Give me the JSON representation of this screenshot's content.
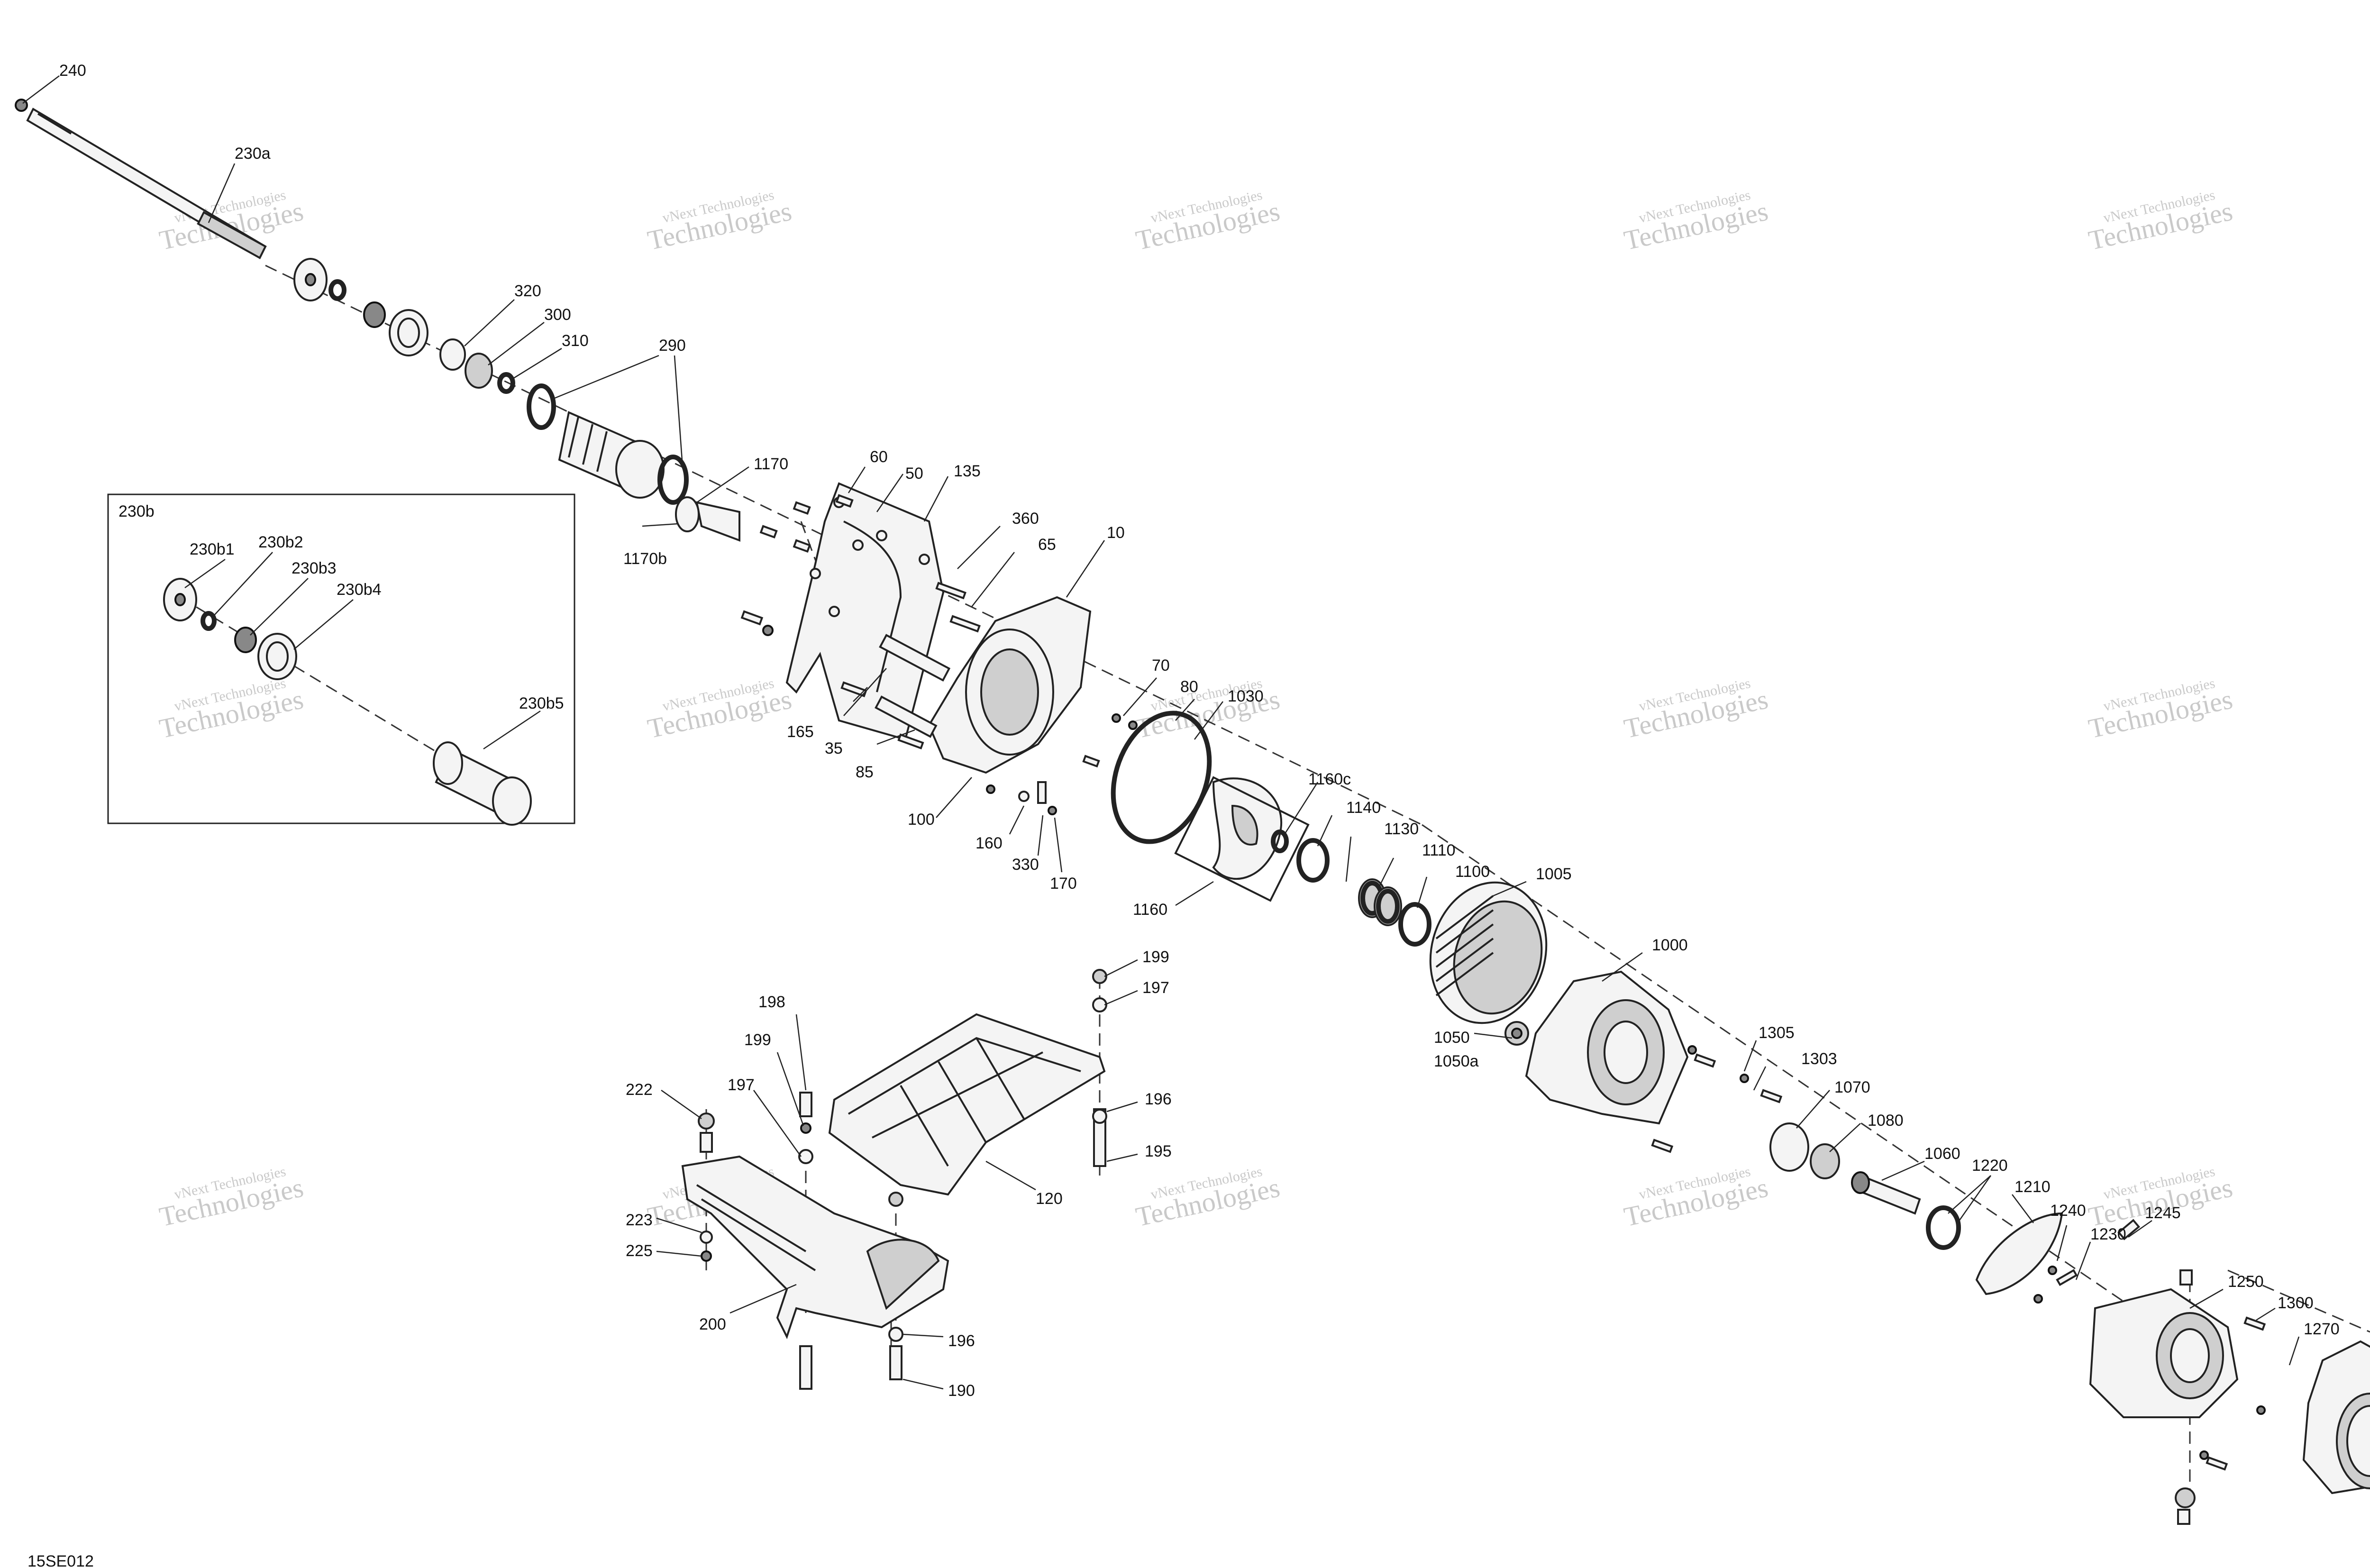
{
  "diagram": {
    "code": "15SE012",
    "watermark_line1": "vNext Technologies",
    "watermark_line2": "Technologies",
    "inset_title": "230b",
    "callouts": [
      {
        "id": "c240",
        "text": "240"
      },
      {
        "id": "c230a",
        "text": "230a"
      },
      {
        "id": "c320",
        "text": "320"
      },
      {
        "id": "c300",
        "text": "300"
      },
      {
        "id": "c310",
        "text": "310"
      },
      {
        "id": "c290",
        "text": "290"
      },
      {
        "id": "c1170",
        "text": "1170"
      },
      {
        "id": "c1170b",
        "text": "1170b"
      },
      {
        "id": "c60",
        "text": "60"
      },
      {
        "id": "c50",
        "text": "50"
      },
      {
        "id": "c135",
        "text": "135"
      },
      {
        "id": "c360",
        "text": "360"
      },
      {
        "id": "c65",
        "text": "65"
      },
      {
        "id": "c10",
        "text": "10"
      },
      {
        "id": "c70",
        "text": "70"
      },
      {
        "id": "c80",
        "text": "80"
      },
      {
        "id": "c1030",
        "text": "1030"
      },
      {
        "id": "c165",
        "text": "165"
      },
      {
        "id": "c35",
        "text": "35"
      },
      {
        "id": "c85",
        "text": "85"
      },
      {
        "id": "c100",
        "text": "100"
      },
      {
        "id": "c160",
        "text": "160"
      },
      {
        "id": "c330",
        "text": "330"
      },
      {
        "id": "c170",
        "text": "170"
      },
      {
        "id": "c1160",
        "text": "1160"
      },
      {
        "id": "c1160c",
        "text": "1160c"
      },
      {
        "id": "c1140",
        "text": "1140"
      },
      {
        "id": "c1130",
        "text": "1130"
      },
      {
        "id": "c1110",
        "text": "1110"
      },
      {
        "id": "c1100",
        "text": "1100"
      },
      {
        "id": "c1005",
        "text": "1005"
      },
      {
        "id": "c1000",
        "text": "1000"
      },
      {
        "id": "c1050",
        "text": "1050"
      },
      {
        "id": "c1050a",
        "text": "1050a"
      },
      {
        "id": "c1305",
        "text": "1305"
      },
      {
        "id": "c1303",
        "text": "1303"
      },
      {
        "id": "c1070",
        "text": "1070"
      },
      {
        "id": "c1080",
        "text": "1080"
      },
      {
        "id": "c1060",
        "text": "1060"
      },
      {
        "id": "c1220",
        "text": "1220"
      },
      {
        "id": "c1210",
        "text": "1210"
      },
      {
        "id": "c1240",
        "text": "1240"
      },
      {
        "id": "c1230",
        "text": "1230"
      },
      {
        "id": "c1245",
        "text": "1245"
      },
      {
        "id": "c1250",
        "text": "1250"
      },
      {
        "id": "c1300",
        "text": "1300"
      },
      {
        "id": "c1270",
        "text": "1270"
      },
      {
        "id": "c199a",
        "text": "199"
      },
      {
        "id": "c197a",
        "text": "197"
      },
      {
        "id": "c198",
        "text": "198"
      },
      {
        "id": "c199b",
        "text": "199"
      },
      {
        "id": "c197b",
        "text": "197"
      },
      {
        "id": "c222",
        "text": "222"
      },
      {
        "id": "c196a",
        "text": "196"
      },
      {
        "id": "c195",
        "text": "195"
      },
      {
        "id": "c120",
        "text": "120"
      },
      {
        "id": "c223",
        "text": "223"
      },
      {
        "id": "c225",
        "text": "225"
      },
      {
        "id": "c200",
        "text": "200"
      },
      {
        "id": "c196b",
        "text": "196"
      },
      {
        "id": "c190",
        "text": "190"
      },
      {
        "id": "c230b1",
        "text": "230b1"
      },
      {
        "id": "c230b2",
        "text": "230b2"
      },
      {
        "id": "c230b3",
        "text": "230b3"
      },
      {
        "id": "c230b4",
        "text": "230b4"
      },
      {
        "id": "c230b5",
        "text": "230b5"
      }
    ]
  }
}
